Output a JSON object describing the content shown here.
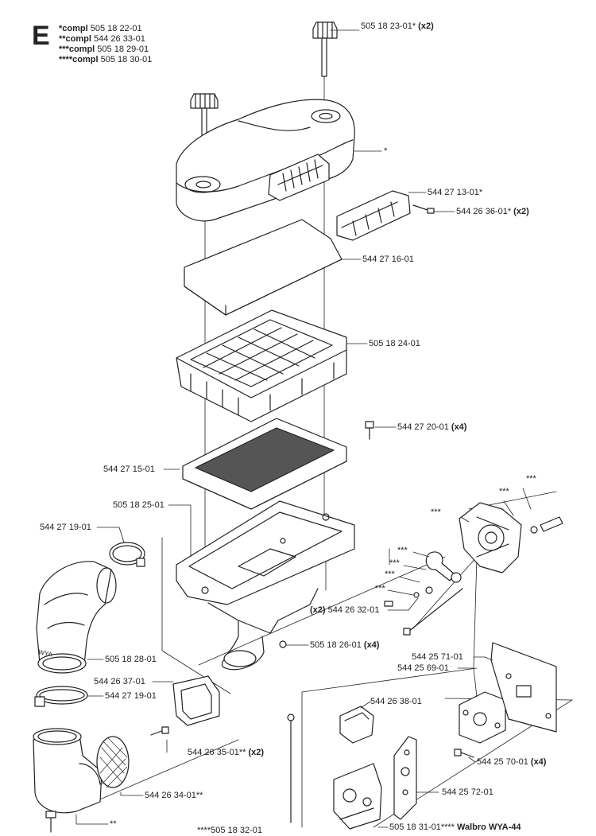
{
  "diagram": {
    "section_letter": "E",
    "legend": [
      {
        "marker": "*compl",
        "part": " 505 18 22-01"
      },
      {
        "marker": "**compl",
        "part": " 544 26 33-01"
      },
      {
        "marker": "***compl",
        "part": " 505 18 29-01"
      },
      {
        "marker": "****compl",
        "part": " 505 18 30-01"
      }
    ],
    "callouts": {
      "knob_right": {
        "part": "505 18 23-01*",
        "qty": " (x2)"
      },
      "cover": {
        "part": "*",
        "qty": ""
      },
      "cover_insert": {
        "part": "544 27 13-01*",
        "qty": ""
      },
      "cover_screw": {
        "part": "544 26 36-01*",
        "qty": " (x2)"
      },
      "prefilter": {
        "part": "544 27 16-01",
        "qty": ""
      },
      "filter_frame": {
        "part": "505 18 24-01",
        "qty": ""
      },
      "screw_x4": {
        "part": "544 27 20-01",
        "qty": " (x4)"
      },
      "main_filter": {
        "part": "544 27 15-01",
        "qty": ""
      },
      "filter_base": {
        "part": "505 18 25-01",
        "qty": ""
      },
      "clamp_top": {
        "part": "544 27 19-01",
        "qty": ""
      },
      "elbow_hose": {
        "part": "505 18 28-01",
        "qty": ""
      },
      "gasket": {
        "part": "544 26 37-01",
        "qty": ""
      },
      "clamp_bottom": {
        "part": "544 27 19-01",
        "qty": ""
      },
      "gasket_screw": {
        "part": "544 26 35-01**",
        "qty": " (x2)"
      },
      "screen": {
        "part": "544 26 34-01**",
        "qty": ""
      },
      "intake_marker": {
        "part": "**",
        "qty": ""
      },
      "base_screw": {
        "part": "505 18 26-01",
        "qty": " (x4)"
      },
      "long_bolt": {
        "part": "(x2)",
        "qty": " 544 26 32-01"
      },
      "star_a": {
        "part": "***",
        "qty": ""
      },
      "star_b": {
        "part": "***",
        "qty": ""
      },
      "star_c": {
        "part": "***",
        "qty": ""
      },
      "star_d": {
        "part": "***",
        "qty": ""
      },
      "star_e": {
        "part": "***",
        "qty": ""
      },
      "star_f": {
        "part": "***",
        "qty": ""
      },
      "star_g": {
        "part": "***",
        "qty": ""
      },
      "adapter_gasket_a": {
        "part": "544 25 71-01",
        "qty": ""
      },
      "adapter_block": {
        "part": "544 25 69-01",
        "qty": ""
      },
      "carb_cap": {
        "part": "544 26 38-01",
        "qty": ""
      },
      "adapter_screw": {
        "part": "544 25 70-01",
        "qty": " (x4)"
      },
      "carb_gasket": {
        "part": "544 25 72-01",
        "qty": ""
      },
      "carburetor": {
        "part": "505 18 31-01****",
        "qty": " Walbro WYA-44"
      },
      "rod_bottom": {
        "part": "****505 18 32-01",
        "qty": ""
      }
    },
    "inlet_mark": "WYA"
  }
}
